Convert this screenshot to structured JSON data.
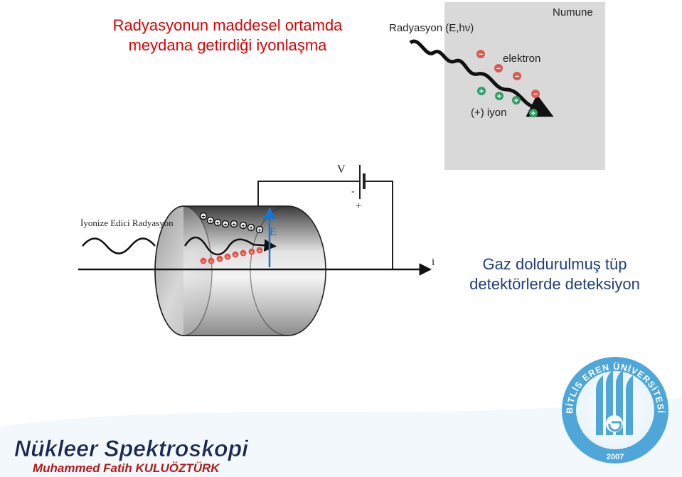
{
  "title": {
    "line1": "Radyasyonun maddesel ortamda",
    "line2": "meydana getirdiği iyonlaşma"
  },
  "inset": {
    "radiation_label": "Radyasyon (E,hν)",
    "sample_label": "Numune",
    "electron_label": "elektron",
    "ion_label": "(+) iyon",
    "minus_sign": "−",
    "plus_sign": "+"
  },
  "detector": {
    "voltage_label": "V",
    "minus_terminal": "-",
    "plus_terminal": "+",
    "source_label": "İyonize Edici Radyasyon",
    "field_label": "E",
    "current_label": "i",
    "plus_sign": "+",
    "minus_sign": "-"
  },
  "caption": {
    "line1": "Gaz doldurulmuş tüp",
    "line2": "detektörlerde deteksiyon"
  },
  "footer": {
    "course_title": "Nükleer Spektroskopi",
    "author": "Muhammed Fatih KULUÖZTÜRK"
  },
  "logo": {
    "ring_text": "BİTLİS EREN ÜNİVERSİTESİ",
    "year": "2007"
  },
  "colors": {
    "title_red": "#e00000",
    "caption_blue": "#1f3f78",
    "ion_green": "#2fa06a",
    "electron_red": "#e0584f",
    "field_blue": "#1a75c9",
    "logo_blue": "#4fa6d9"
  }
}
